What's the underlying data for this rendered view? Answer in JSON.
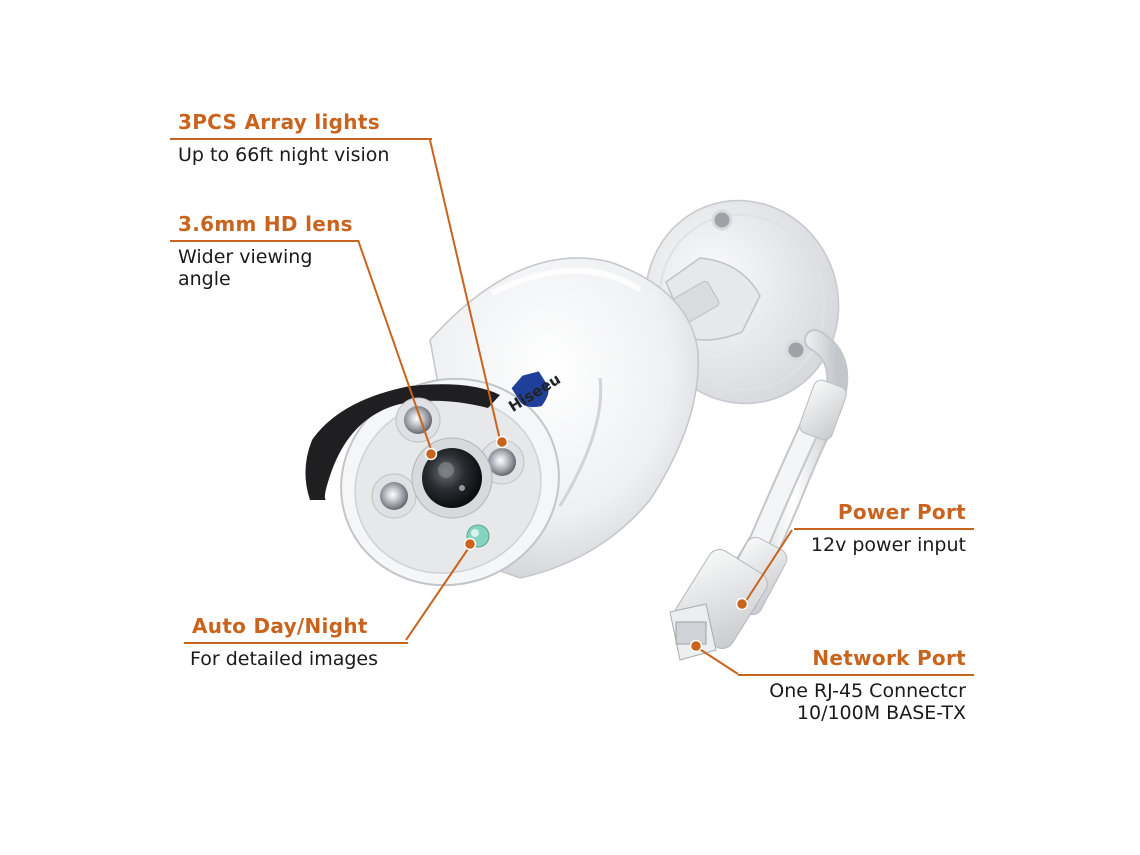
{
  "brand": {
    "logo_text": "Hiseeu"
  },
  "colors": {
    "accent": "#c8641e",
    "text": "#1a1a1a",
    "body": "#f2f3f4"
  },
  "callouts": {
    "array_lights": {
      "title": "3PCS Array lights",
      "desc": "Up to 66ft night vision"
    },
    "hd_lens": {
      "title": "3.6mm HD lens",
      "desc": "Wider viewing\nangle"
    },
    "auto_day_night": {
      "title": "Auto Day/Night",
      "desc": "For detailed images"
    },
    "power_port": {
      "title": "Power Port",
      "desc": "12v power input"
    },
    "network_port": {
      "title": "Network Port",
      "desc": "One RJ-45 Connectcr\n10/100M BASE-TX"
    }
  }
}
